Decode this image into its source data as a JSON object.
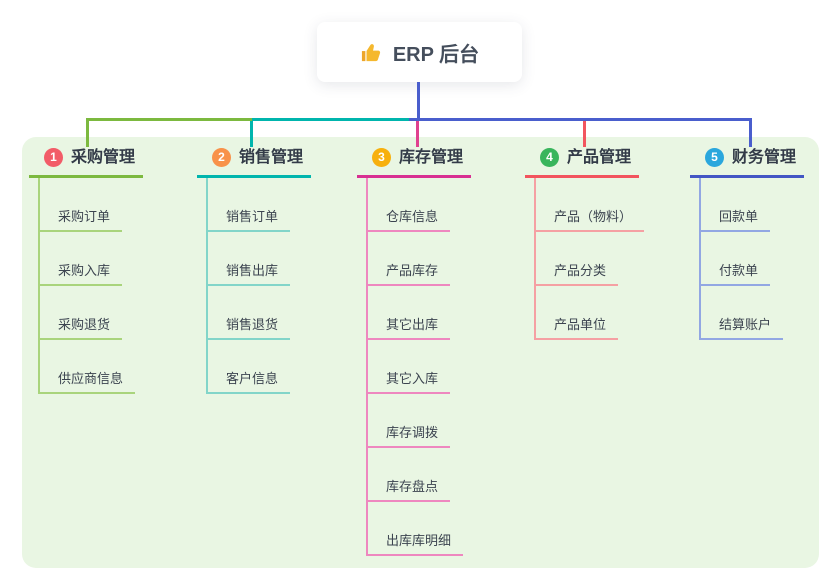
{
  "root": {
    "title": "ERP 后台",
    "icon": "thumbs-up-icon"
  },
  "palette": {
    "page_bg": "#ffffff",
    "panel_bg": "#e9f6e3",
    "root_card_bg": "#ffffff",
    "root_connector_blue": "#4a5ecd",
    "header_text": "#333b48",
    "child_text": "#3c4450",
    "thumb_yellow": "#f5b82e"
  },
  "connectors": {
    "bus_segments": [
      {
        "name": "bus-green",
        "color": "#7cb93f"
      },
      {
        "name": "bus-teal",
        "color": "#00b5ad"
      },
      {
        "name": "bus-blue",
        "color": "#4a5ecd"
      }
    ],
    "drop_colors": [
      "#7cb93f",
      "#00b5ad",
      "#e0418f",
      "#f2555f",
      "#4a5ecd"
    ]
  },
  "branches": [
    {
      "badge": "1",
      "title": "采购管理",
      "color": "#7cb93f",
      "light_color": "#a9d47c",
      "badge_color": "#f25c68",
      "children": [
        "采购订单",
        "采购入库",
        "采购退货",
        "供应商信息"
      ]
    },
    {
      "badge": "2",
      "title": "销售管理",
      "color": "#00b5ad",
      "light_color": "#82d5c9",
      "badge_color": "#f8924a",
      "children": [
        "销售订单",
        "销售出库",
        "销售退货",
        "客户信息"
      ]
    },
    {
      "badge": "3",
      "title": "库存管理",
      "color": "#d83092",
      "light_color": "#ee87bf",
      "badge_color": "#f7b00d",
      "children": [
        "仓库信息",
        "产品库存",
        "其它出库",
        "其它入库",
        "库存调拨",
        "库存盘点",
        "出库库明细"
      ]
    },
    {
      "badge": "4",
      "title": "产品管理",
      "color": "#f2545e",
      "light_color": "#f5a0a3",
      "badge_color": "#38b55c",
      "children": [
        "产品（物料）",
        "产品分类",
        "产品单位"
      ]
    },
    {
      "badge": "5",
      "title": "财务管理",
      "color": "#4356c4",
      "light_color": "#92a7e3",
      "badge_color": "#2aa7dd",
      "children": [
        "回款单",
        "付款单",
        "结算账户"
      ]
    }
  ]
}
